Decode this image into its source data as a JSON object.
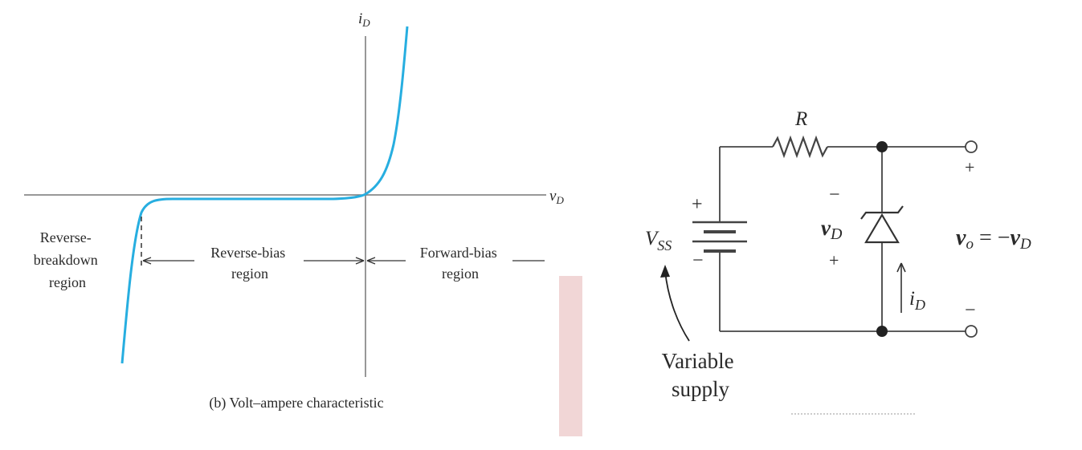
{
  "graph": {
    "y_axis_label": "i",
    "y_axis_sub": "D",
    "x_axis_label": "v",
    "x_axis_sub": "D",
    "region_breakdown": [
      "Reverse-",
      "breakdown",
      "region"
    ],
    "region_reverse": [
      "Reverse-bias",
      "region"
    ],
    "region_forward": [
      "Forward-bias",
      "region"
    ],
    "caption": "(b) Volt–ampere characteristic",
    "curve_color": "#27aee0"
  },
  "circuit": {
    "resistor_label": "R",
    "supply_label": "V",
    "supply_sub": "SS",
    "supply_plus": "+",
    "supply_minus": "−",
    "diode_minus": "−",
    "diode_label": "v",
    "diode_sub": "D",
    "diode_plus": "+",
    "current_label": "i",
    "current_sub": "D",
    "output_plus": "+",
    "output_minus": "−",
    "output_eq_v": "v",
    "output_eq_o": "o",
    "output_eq_mid": " = −",
    "output_eq_v2": "v",
    "output_eq_d": "D",
    "variable_line1": "Variable",
    "variable_line2": "supply"
  },
  "decoration": {
    "pink_bar_color": "#f1d6d6"
  }
}
